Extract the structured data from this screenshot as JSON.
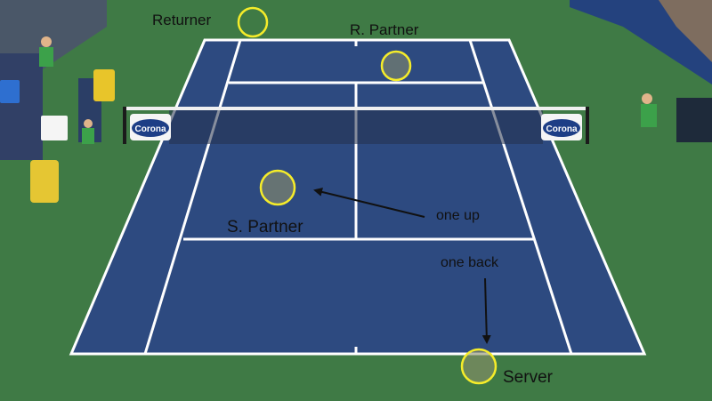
{
  "labels": {
    "returner": "Returner",
    "receiver_partner": "R. Partner",
    "server_partner": "S. Partner",
    "one_up": "one up",
    "one_back": "one back",
    "server": "Server"
  },
  "sponsor": {
    "name": "Corona"
  },
  "colors": {
    "court": "#2d4a80",
    "surround": "#3f7a45",
    "lines": "#ffffff",
    "player_marker": "#f5ec2a",
    "player_fill": "#8c8f6a",
    "sponsor_sign": "#1d3e86",
    "stands": "#24427e"
  },
  "icons": {
    "player_marker": "circle",
    "annotation_arrow": "arrow"
  }
}
